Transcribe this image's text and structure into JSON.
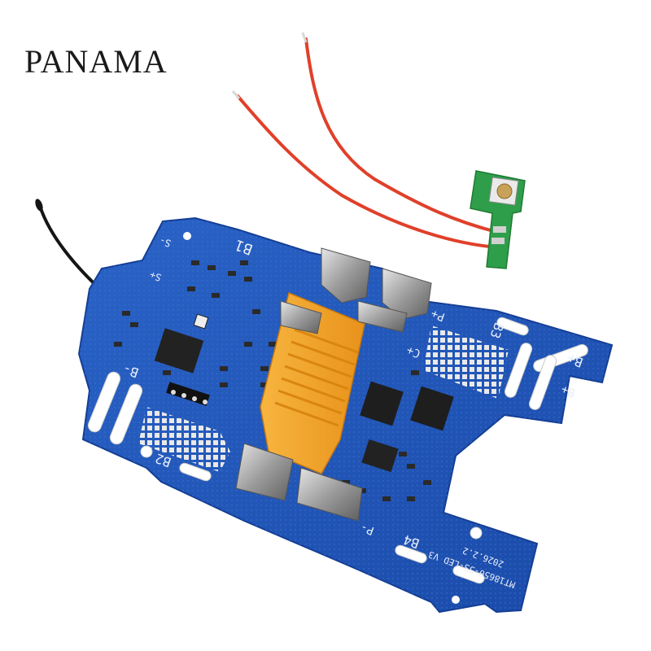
{
  "brand": {
    "text": "PANAMA"
  },
  "colors": {
    "pcb": "#1f55b8",
    "pcb_edge": "#16409a",
    "connector": "#f5a623",
    "wire_red": "#e0402a",
    "wire_black": "#151515",
    "small_board": "#2e9e4a"
  },
  "board": {
    "model": "MT18650-5S-LED V3",
    "date": "2026.2.2",
    "labels": {
      "b1": "B1",
      "b2": "B2",
      "b3": "B3",
      "b4": "B4",
      "b_minus": "B-",
      "b_plus": "B+",
      "s_minus": "S-",
      "s_plus": "S+",
      "p_minus": "P-",
      "p_plus": "P+",
      "c_plus": "C+"
    }
  }
}
